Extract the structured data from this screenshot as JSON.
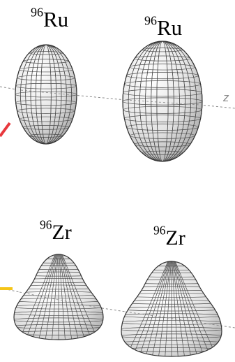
{
  "nuclei": [
    {
      "mass": "96",
      "symbol": "Ru"
    },
    {
      "mass": "96",
      "symbol": "Ru"
    },
    {
      "mass": "96",
      "symbol": "Zr"
    },
    {
      "mass": "96",
      "symbol": "Zr"
    }
  ],
  "axis_label": "z",
  "colors": {
    "arrow_top": "#e8383d",
    "arrow_bottom": "#f5c518",
    "axis": "#8a8a8a",
    "mesh": "#4a4a4a",
    "surface": "#e6e6e6"
  }
}
